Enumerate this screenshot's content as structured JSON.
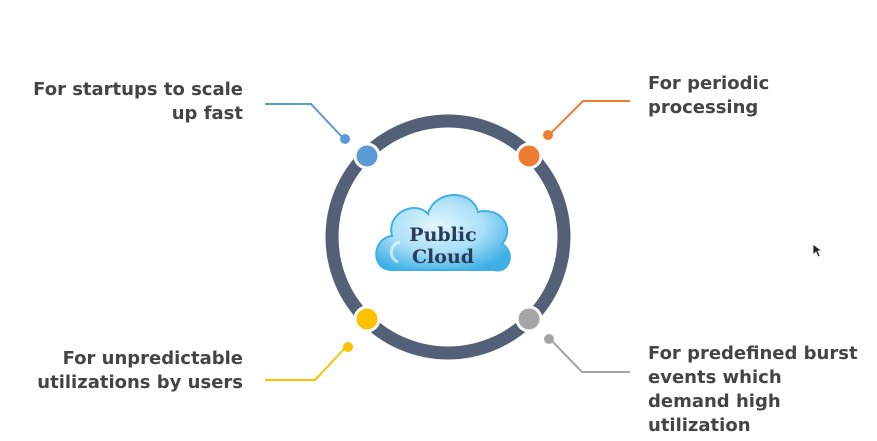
{
  "center": {
    "line1": "Public",
    "line2": "Cloud"
  },
  "items": [
    {
      "lines": [
        "For startups to scale",
        "up fast"
      ],
      "color": "#5b9bd5"
    },
    {
      "lines": [
        "For periodic",
        "processing"
      ],
      "color": "#ed7d31"
    },
    {
      "lines": [
        "For unpredictable",
        "utilizations by users"
      ],
      "color": "#ffc000"
    },
    {
      "lines": [
        "For predefined burst",
        "events which",
        "demand high",
        "utilization"
      ],
      "color": "#a5a5a5"
    }
  ],
  "colors": {
    "ring": "#546078",
    "text": "#444444",
    "cloud_light": "#cfeefc",
    "cloud_dark": "#3fb0e6"
  }
}
